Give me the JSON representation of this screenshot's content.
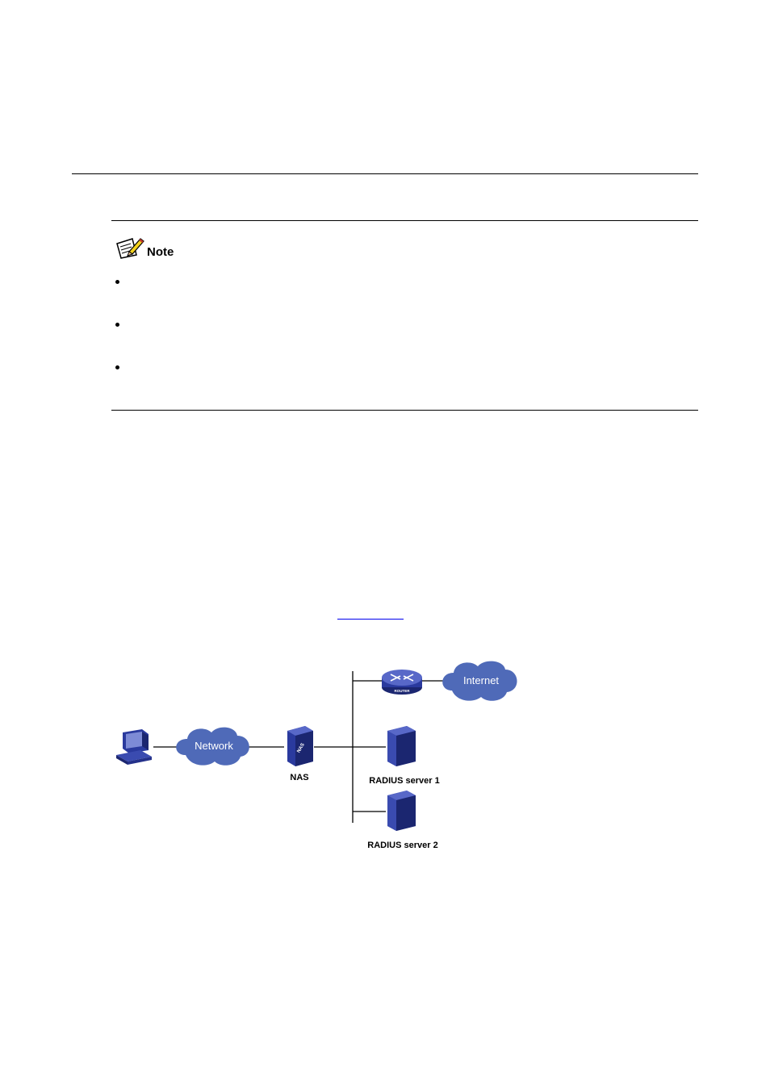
{
  "note": {
    "label": "Note"
  },
  "bullets": [
    "",
    "",
    ""
  ],
  "diagram": {
    "clouds": {
      "network": "Network",
      "internet": "Internet"
    },
    "devices": {
      "nas": "NAS",
      "nas_badge": "NAS",
      "router_badge": "ROUTER",
      "radius1": "RADIUS server 1",
      "radius2": "RADIUS server 2"
    }
  },
  "colors": {
    "device_blue": "#2a3a9e",
    "device_blue_light": "#5868c8",
    "cloud_blue": "#4f6ab8"
  }
}
